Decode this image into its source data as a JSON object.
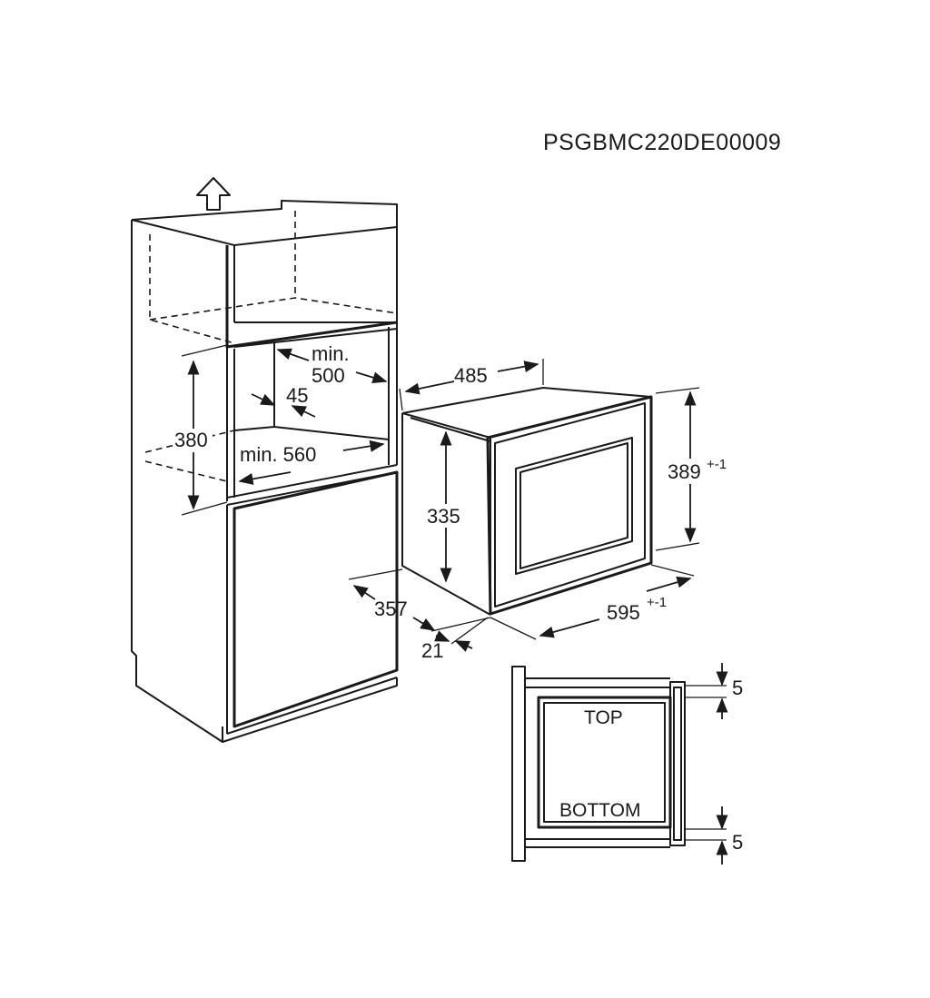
{
  "model_code": "PSGBMC220DE00009",
  "cabinet": {
    "dims": {
      "niche_height": "380",
      "niche_depth": "min.\n500",
      "niche_depth_line1": "min.",
      "niche_depth_line2": "500",
      "ventilation_gap": "45",
      "niche_width": "min. 560",
      "vent_arrow_icon": "arrow-up-outline-icon"
    }
  },
  "appliance": {
    "dims": {
      "depth": "485",
      "body_height": "335",
      "front_height": "389",
      "front_height_tol": "+-1",
      "front_width": "595",
      "front_width_tol": "+-1",
      "body_depth_side": "357",
      "front_thickness": "21"
    }
  },
  "mounting_detail": {
    "top_label": "TOP",
    "bottom_label": "BOTTOM",
    "top_gap": "5",
    "bottom_gap": "5"
  }
}
